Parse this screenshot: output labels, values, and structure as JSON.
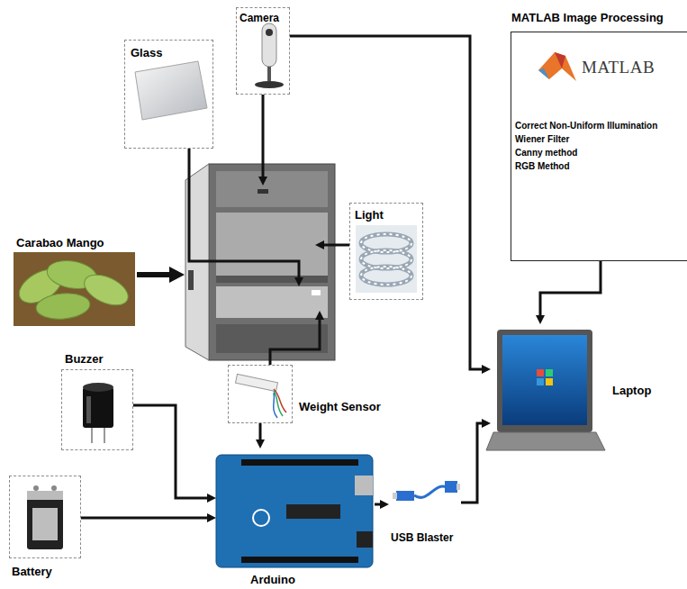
{
  "diagram": {
    "nodes": [
      {
        "text": [
          "Camera"
        ]
      },
      {
        "text": [
          "MATLAB Image Processing",
          "MATLAB",
          "Correct Non-Uniform Illumination",
          "Wiener Filter",
          "Canny method",
          "RGB Method"
        ]
      },
      {
        "text": [
          "Glass"
        ]
      },
      {
        "text": [
          "Light"
        ]
      },
      {
        "text": [
          "Carabao Mango"
        ]
      },
      {
        "text": [
          "Laptop"
        ]
      },
      {
        "text": [
          "Buzzer"
        ]
      },
      {
        "text": [
          "Weight Sensor"
        ]
      },
      {
        "text": [
          "Battery"
        ]
      },
      {
        "text": [
          "Arduino"
        ]
      },
      {
        "text": [
          "USB Blaster"
        ]
      }
    ],
    "edges": [
      {
        "from": 0,
        "to": 5,
        "arrow": "to"
      },
      {
        "from": 1,
        "to": 5,
        "arrow": "to"
      },
      {
        "from": 7,
        "to": 9,
        "arrow": "to"
      },
      {
        "from": 6,
        "to": 9,
        "arrow": "to"
      },
      {
        "from": 8,
        "to": 9,
        "arrow": "to"
      },
      {
        "from": 9,
        "to": 10,
        "arrow": "to"
      },
      {
        "from": 10,
        "to": 5,
        "arrow": "to"
      }
    ]
  }
}
